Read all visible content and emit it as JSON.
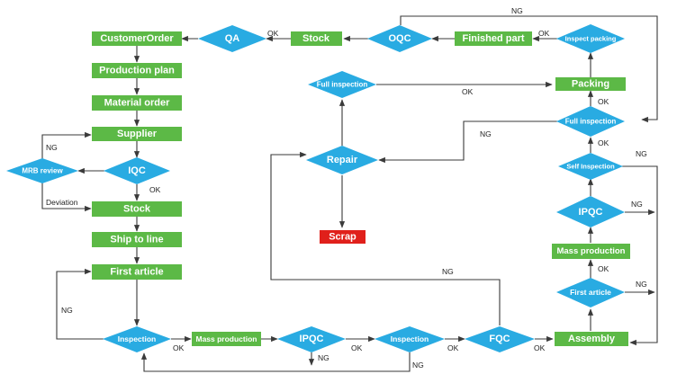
{
  "colors": {
    "process": "#5cb946",
    "decision": "#29abe2",
    "terminal": "#e0201b",
    "line": "#3a3a3a",
    "label_text": "#ffffff"
  },
  "nodes": {
    "customer_order": "CustomerOrder",
    "qa": "QA",
    "stock_out": "Stock",
    "oqc": "OQC",
    "finished_part": "Finished part",
    "inspect_packing": "Inspect packing",
    "packing": "Packing",
    "production_plan": "Production plan",
    "material_order": "Material order",
    "supplier": "Supplier",
    "mrb_review": "MRB review",
    "iqc": "IQC",
    "stock_in": "Stock",
    "ship_to_line": "Ship to line",
    "first_article_left": "First article",
    "inspection_left": "Inspection",
    "mass_production_bottom": "Mass production",
    "ipqc_bottom": "IPQC",
    "inspection_bottom": "Inspection",
    "fqc": "FQC",
    "assembly": "Assembly",
    "full_inspection_left": "Full inspection",
    "repair": "Repair",
    "scrap": "Scrap",
    "full_inspection_right": "Full inspection",
    "self_inspection": "Self Inspection",
    "ipqc_right": "IPQC",
    "mass_production_right": "Mass production",
    "first_article_right": "First article"
  },
  "edges": {
    "ok": "OK",
    "ng": "NG",
    "deviation": "Deviation"
  }
}
